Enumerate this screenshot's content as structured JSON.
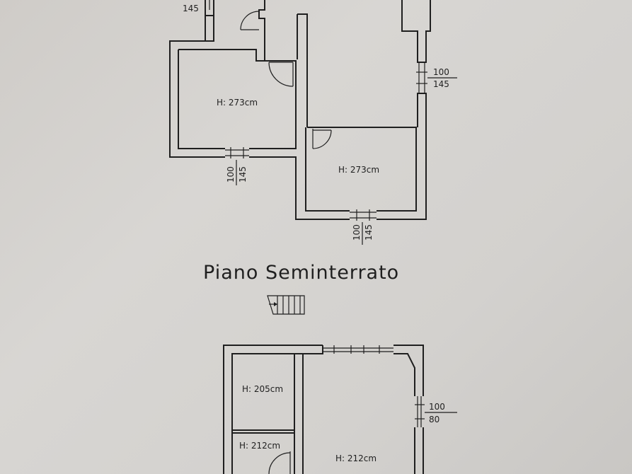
{
  "upper_plan": {
    "rooms": [
      {
        "height_label": "H: 273cm"
      },
      {
        "height_label": "H: 273cm"
      }
    ],
    "dimensions": [
      {
        "top": "",
        "bottom": "145"
      },
      {
        "top": "100",
        "bottom": "145"
      },
      {
        "top": "100",
        "bottom": "145"
      },
      {
        "top": "100",
        "bottom": "145"
      }
    ]
  },
  "floor_title": "Piano Seminterrato",
  "lower_plan": {
    "rooms": [
      {
        "height_label": "H: 205cm"
      },
      {
        "height_label": "H: 212cm"
      },
      {
        "height_label": "H: 212cm"
      }
    ],
    "dimensions": [
      {
        "top": "100",
        "bottom": "80"
      }
    ]
  },
  "icons": [
    "stair-icon"
  ]
}
